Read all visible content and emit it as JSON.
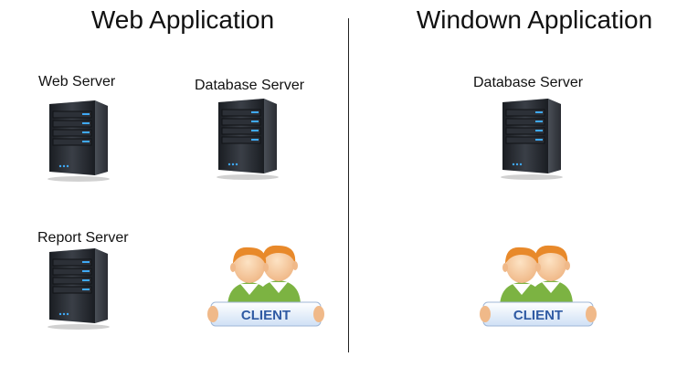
{
  "web_app": {
    "title": "Web Application",
    "web_server_label": "Web Server",
    "database_server_label": "Database Server",
    "report_server_label": "Report Server",
    "client_label": "CLIENT"
  },
  "window_app": {
    "title": "Windown Application",
    "database_server_label": "Database Server",
    "client_label": "CLIENT"
  },
  "icons": {
    "server": "server-icon",
    "client": "client-users-icon"
  },
  "colors": {
    "server_body": "#2b2f36",
    "server_led": "#3fa9f5",
    "client_banner": "#2f5aa3",
    "person_shirt": "#7cb342",
    "person_hair": "#e8892a"
  }
}
